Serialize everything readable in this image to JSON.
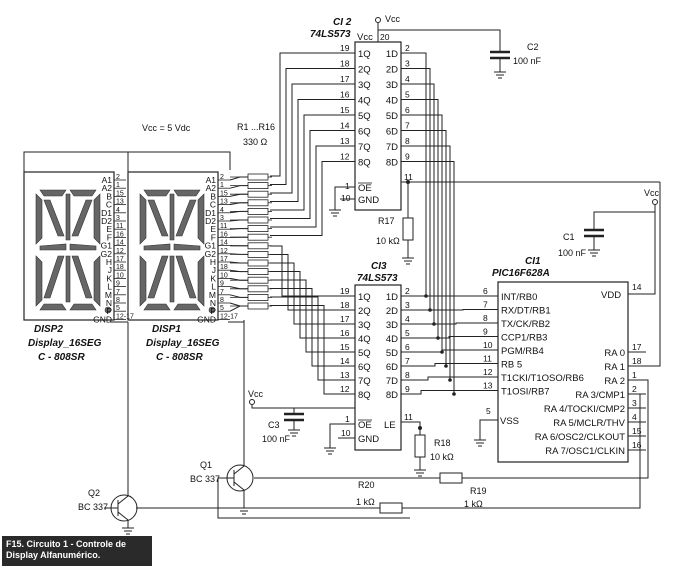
{
  "caption": {
    "line1": "F15. Circuito 1 - Controle de",
    "line2": "Display Alfanumérico."
  },
  "ci2": {
    "ref": "CI 2",
    "part": "74LS573",
    "vcc_label": "Vcc",
    "vcc_pin": "20",
    "left_pins": [
      [
        "19",
        "1Q"
      ],
      [
        "18",
        "2Q"
      ],
      [
        "17",
        "3Q"
      ],
      [
        "16",
        "4Q"
      ],
      [
        "15",
        "5Q"
      ],
      [
        "14",
        "6Q"
      ],
      [
        "13",
        "7Q"
      ],
      [
        "12",
        "8Q"
      ]
    ],
    "right_pins": [
      [
        "1D",
        "2"
      ],
      [
        "2D",
        "3"
      ],
      [
        "3D",
        "4"
      ],
      [
        "4D",
        "5"
      ],
      [
        "5D",
        "6"
      ],
      [
        "6D",
        "7"
      ],
      [
        "7D",
        "8"
      ],
      [
        "8D",
        "9"
      ]
    ],
    "oe": "OE",
    "oe_pin": "1",
    "gnd": "GND",
    "gnd_pin": "10",
    "le_pin": "11"
  },
  "ci3": {
    "ref": "CI3",
    "part": "74LS573",
    "left_pins": [
      [
        "19",
        "1Q"
      ],
      [
        "18",
        "2Q"
      ],
      [
        "17",
        "3Q"
      ],
      [
        "16",
        "4Q"
      ],
      [
        "15",
        "5Q"
      ],
      [
        "14",
        "6Q"
      ],
      [
        "13",
        "7Q"
      ],
      [
        "12",
        "8Q"
      ]
    ],
    "right_pins": [
      [
        "1D",
        "2"
      ],
      [
        "2D",
        "3"
      ],
      [
        "3D",
        "4"
      ],
      [
        "4D",
        "5"
      ],
      [
        "5D",
        "6"
      ],
      [
        "6D",
        "7"
      ],
      [
        "7D",
        "8"
      ],
      [
        "8D",
        "9"
      ]
    ],
    "oe": "OE",
    "oe_pin": "1",
    "gnd": "GND",
    "gnd_pin": "10",
    "le": "LE",
    "le_pin": "11"
  },
  "ci1": {
    "ref": "CI1",
    "part": "PIC16F628A",
    "left_pins": [
      [
        "6",
        "INT/RB0"
      ],
      [
        "7",
        "RX/DT/RB1"
      ],
      [
        "8",
        "TX/CK/RB2"
      ],
      [
        "9",
        "CCP1/RB3"
      ],
      [
        "10",
        "PGM/RB4"
      ],
      [
        "11",
        "RB 5"
      ],
      [
        "12",
        "T1CKI/T1OSO/RB6"
      ],
      [
        "13",
        "T1OSI/RB7"
      ]
    ],
    "vss": "VSS",
    "vss_pin": "5",
    "vdd": "VDD",
    "vdd_pin": "14",
    "right_pins": [
      [
        "RA 0",
        "17"
      ],
      [
        "RA 1",
        "18"
      ],
      [
        "RA 2",
        "1"
      ],
      [
        "RA 3/CMP1",
        "2"
      ],
      [
        "RA 4/TOCKI/CMP2",
        "3"
      ],
      [
        "RA 5/MCLR/THV",
        "4"
      ],
      [
        "RA 6/OSC2/CLKOUT",
        "15"
      ],
      [
        "RA 7/OSC1/CLKIN",
        "16"
      ]
    ]
  },
  "c2": {
    "ref": "C2",
    "value": "100 nF"
  },
  "c1": {
    "ref": "C1",
    "value": "100 nF"
  },
  "c3": {
    "ref": "C3",
    "value": "100 nF"
  },
  "vcc_labels": [
    "Vcc",
    "Vcc",
    "Vcc"
  ],
  "supply": "Vcc = 5 Vdc",
  "r_array": {
    "ref": "R1 ...R16",
    "value": "330 Ω"
  },
  "r17": {
    "ref": "R17",
    "value": "10 kΩ"
  },
  "r18": {
    "ref": "R18",
    "value": "10 kΩ"
  },
  "r19": {
    "ref": "R19",
    "value": "1 kΩ"
  },
  "r20": {
    "ref": "R20",
    "value": "1 kΩ"
  },
  "q1": {
    "ref": "Q1",
    "part": "BC 337"
  },
  "q2": {
    "ref": "Q2",
    "part": "BC 337"
  },
  "disp_pin_names": [
    "A1",
    "A2",
    "B",
    "C",
    "D1",
    "D2",
    "E",
    "F",
    "G1",
    "G2",
    "H",
    "J",
    "K",
    "L",
    "M",
    "N",
    "P",
    "GND"
  ],
  "disp_pin_nums": [
    "2",
    "1",
    "15",
    "13",
    "4",
    "3",
    "11",
    "16",
    "14",
    "12",
    "17",
    "18",
    "10",
    "9",
    "7",
    "8",
    "5",
    "12-17"
  ],
  "disp2": {
    "ref": "DISP2",
    "model": "Display_16SEG",
    "code": "C - 808SR"
  },
  "disp1": {
    "ref": "DISP1",
    "model": "Display_16SEG",
    "code": "C - 808SR"
  }
}
